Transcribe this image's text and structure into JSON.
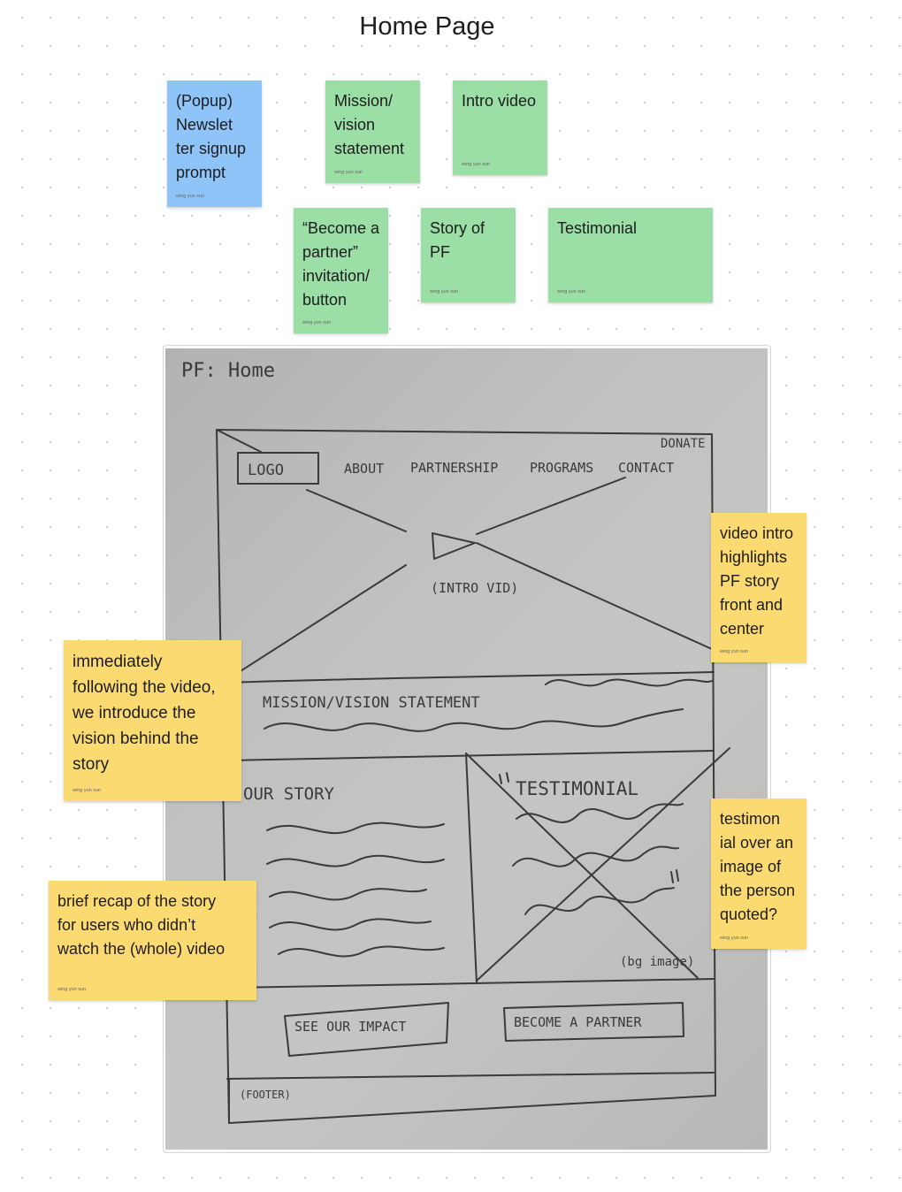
{
  "board": {
    "title": "Home Page"
  },
  "stickies": {
    "newsletter": {
      "text": "(Popup)\nNewslet\nter signup\nprompt",
      "author": "wing yun sun"
    },
    "mission": {
      "text": "Mission/\nvision\nstatement",
      "author": "wing yun sun"
    },
    "intro_video": {
      "text": "Intro video",
      "author": "wing yun sun"
    },
    "partner": {
      "text": "“Become a\npartner”\ninvitation/\nbutton",
      "author": "wing yun sun"
    },
    "story": {
      "text": "Story of\nPF",
      "author": "wing yun sun"
    },
    "testimonial": {
      "text": "Testimonial",
      "author": "wing yun sun"
    },
    "note_video": {
      "text": "video intro\nhighlights\nPF story\nfront and\ncenter",
      "author": "wing yun sun"
    },
    "note_mission": {
      "text": "immediately\nfollowing the video,\nwe introduce the\nvision behind the\nstory",
      "author": "wing yun sun"
    },
    "note_testimonial": {
      "text": "testimon\nial over an\nimage of\nthe person\nquoted?",
      "author": "wing yun sun"
    },
    "note_story": {
      "text": "brief recap of the story\nfor users who didn’t\nwatch the (whole) video",
      "author": "wing yun sun"
    }
  },
  "sketch": {
    "page_label": "PF: Home",
    "logo": "LOGO",
    "nav": {
      "donate": "DONATE",
      "about": "ABOUT",
      "partnership": "PARTNERSHIP",
      "programs": "PROGRAMS",
      "contact": "CONTACT"
    },
    "video_label": "(INTRO VID)",
    "mission_label": "MISSION/VISION STATEMENT",
    "story_label": "OUR STORY",
    "testimonial_label": "TESTIMONIAL",
    "bg_image_label": "(bg image)",
    "impact_button": "SEE OUR IMPACT",
    "partner_button": "BECOME A PARTNER",
    "footer_label": "(FOOTER)"
  },
  "colors": {
    "blue": "#8ec4f8",
    "green": "#9bdea6",
    "yellow": "#fbda72"
  }
}
